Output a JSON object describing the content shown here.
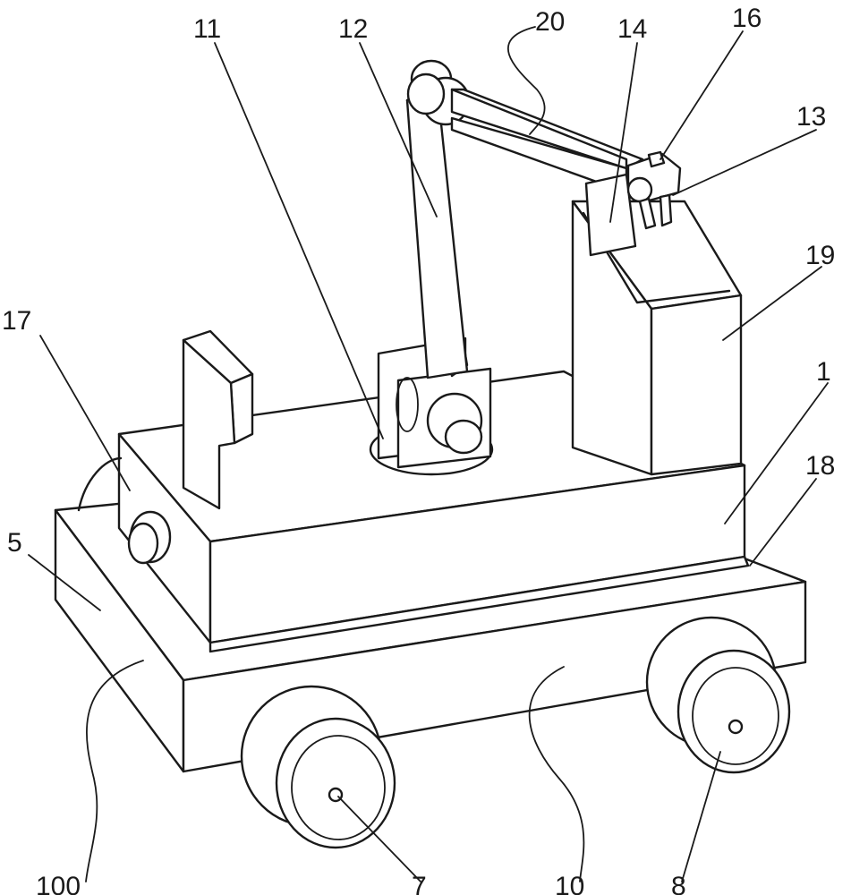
{
  "labels": {
    "n11": "11",
    "n12": "12",
    "n20": "20",
    "n14": "14",
    "n16": "16",
    "n13": "13",
    "n19": "19",
    "n17": "17",
    "n1": "1",
    "n18": "18",
    "n5": "5",
    "n100": "100",
    "n7": "7",
    "n10": "10",
    "n8": "8"
  }
}
